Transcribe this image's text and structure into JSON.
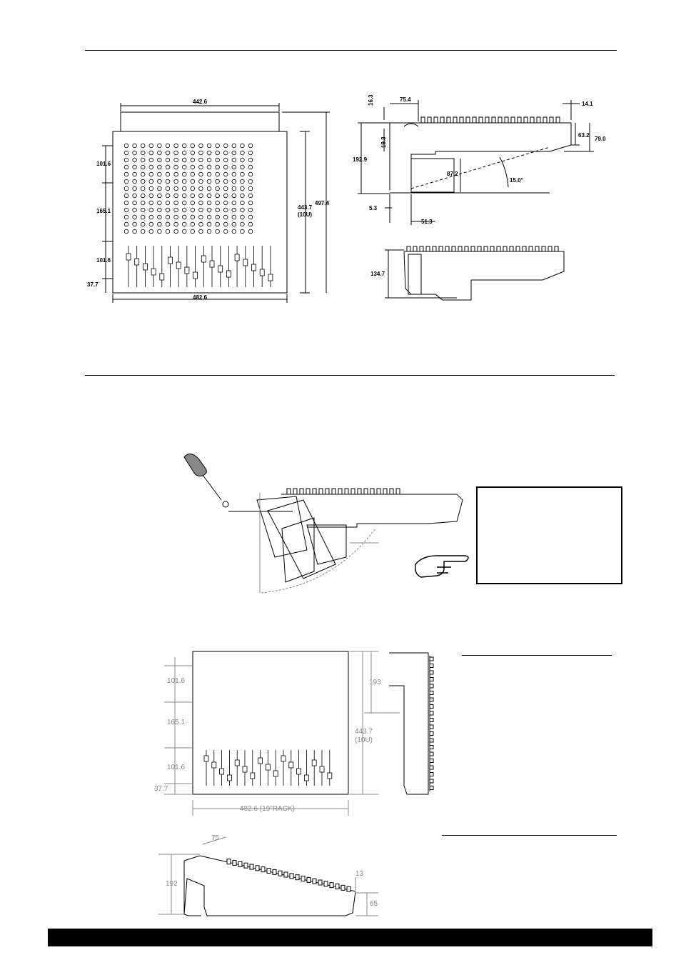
{
  "figure1": {
    "front": {
      "top_width": "442.6",
      "bottom_width": "482.6",
      "height_units": [
        "443.7",
        "(10U)"
      ],
      "total_height": "497.4",
      "left_dims": [
        "101.6",
        "165.1",
        "101.6",
        "37.7"
      ]
    },
    "side": {
      "top_gap": "16.3",
      "top_offset": "75.4",
      "rear_lip": "14.1",
      "rear_h1": "63.2",
      "rear_h2": "79.0",
      "bracket": "19.3",
      "height": "192.9",
      "inner": "87.2",
      "angle": "15.0°",
      "foot1": "5.3",
      "foot2": "51.3"
    },
    "low": {
      "height": "134.7"
    }
  },
  "figure3": {
    "left_dims": [
      "101.6",
      "165.1",
      "101.6",
      "37.7"
    ],
    "width_label": "482.6 (19\"RACK)",
    "height_units": [
      "443.7",
      "(10U)"
    ],
    "side_height": "193"
  },
  "figure4": {
    "top": "75",
    "lip": "13",
    "height": "192",
    "rear": "65"
  }
}
